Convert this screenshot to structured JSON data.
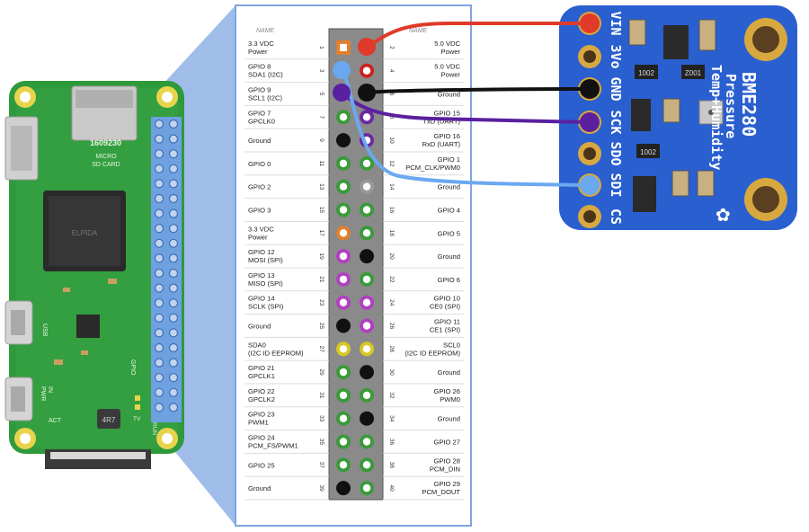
{
  "table": {
    "header_left": "NAME",
    "header_right": "NAME",
    "rows": [
      {
        "n_left": "1",
        "n_right": "2",
        "left": [
          "3.3 VDC",
          "Power"
        ],
        "right": [
          "5.0 VDC",
          "Power"
        ],
        "c_left": "#f0a040",
        "c_right": "#ffffff",
        "s_left": "square",
        "s_right": "round",
        "o_left": "#e08030",
        "o_right": "#cc2222"
      },
      {
        "n_left": "3",
        "n_right": "4",
        "left": [
          "GPIO 8",
          "SDA1 (I2C)"
        ],
        "right": [
          "5.0 VDC",
          "Power"
        ],
        "c_left": "#ffffff",
        "c_right": "#ffffff",
        "o_left": "#4a90e2",
        "o_right": "#cc2222"
      },
      {
        "n_left": "5",
        "n_right": "6",
        "left": [
          "GPIO 9",
          "SCL1 (I2C)"
        ],
        "right": [
          "Ground"
        ],
        "c_left": "#ffffff",
        "c_right": "#111111",
        "o_left": "#4a90e2",
        "o_right": "#111111"
      },
      {
        "n_left": "7",
        "n_right": "8",
        "left": [
          "GPIO 7",
          "GPCLK0"
        ],
        "right": [
          "GPIO 15",
          "TxD (UART)"
        ],
        "c_left": "#ffffff",
        "c_right": "#ffffff",
        "o_left": "#3a9a3a",
        "o_right": "#6a2aa0"
      },
      {
        "n_left": "9",
        "n_right": "10",
        "left": [
          "Ground"
        ],
        "right": [
          "GPIO 16",
          "RxD (UART)"
        ],
        "c_left": "#111111",
        "c_right": "#ffffff",
        "o_left": "#111111",
        "o_right": "#6a2aa0"
      },
      {
        "n_left": "11",
        "n_right": "12",
        "left": [
          "GPIO 0"
        ],
        "right": [
          "GPIO 1",
          "PCM_CLK/PWM0"
        ],
        "c_left": "#ffffff",
        "c_right": "#ffffff",
        "o_left": "#3a9a3a",
        "o_right": "#3a9a3a"
      },
      {
        "n_left": "13",
        "n_right": "14",
        "left": [
          "GPIO 2"
        ],
        "right": [
          "Ground"
        ],
        "c_left": "#ffffff",
        "c_right": "#ffffff",
        "o_left": "#3a9a3a",
        "o_right": "#999999"
      },
      {
        "n_left": "15",
        "n_right": "16",
        "left": [
          "GPIO 3"
        ],
        "right": [
          "GPIO 4"
        ],
        "c_left": "#ffffff",
        "c_right": "#ffffff",
        "o_left": "#3a9a3a",
        "o_right": "#3a9a3a"
      },
      {
        "n_left": "17",
        "n_right": "18",
        "left": [
          "3.3 VDC",
          "Power"
        ],
        "right": [
          "GPIO 5"
        ],
        "c_left": "#ffffff",
        "c_right": "#ffffff",
        "o_left": "#e08030",
        "o_right": "#3a9a3a"
      },
      {
        "n_left": "19",
        "n_right": "20",
        "left": [
          "GPIO 12",
          "MOSI (SPI)"
        ],
        "right": [
          "Ground"
        ],
        "c_left": "#ffffff",
        "c_right": "#111111",
        "o_left": "#b040c0",
        "o_right": "#111111"
      },
      {
        "n_left": "21",
        "n_right": "22",
        "left": [
          "GPIO 13",
          "MISO (SPI)"
        ],
        "right": [
          "GPIO 6"
        ],
        "c_left": "#ffffff",
        "c_right": "#ffffff",
        "o_left": "#b040c0",
        "o_right": "#3a9a3a"
      },
      {
        "n_left": "23",
        "n_right": "24",
        "left": [
          "GPIO 14",
          "SCLK (SPI)"
        ],
        "right": [
          "GPIO 10",
          "CE0 (SPI)"
        ],
        "c_left": "#ffffff",
        "c_right": "#ffffff",
        "o_left": "#b040c0",
        "o_right": "#b040c0"
      },
      {
        "n_left": "25",
        "n_right": "26",
        "left": [
          "Ground"
        ],
        "right": [
          "GPIO 11",
          "CE1 (SPI)"
        ],
        "c_left": "#111111",
        "c_right": "#ffffff",
        "o_left": "#111111",
        "o_right": "#b040c0"
      },
      {
        "n_left": "27",
        "n_right": "28",
        "left": [
          "SDA0",
          "(I2C ID EEPROM)"
        ],
        "right": [
          "SCL0",
          "(I2C ID EEPROM)"
        ],
        "c_left": "#ffffff",
        "c_right": "#ffffff",
        "o_left": "#d8c820",
        "o_right": "#d8c820"
      },
      {
        "n_left": "29",
        "n_right": "30",
        "left": [
          "GPIO 21",
          "GPCLK1"
        ],
        "right": [
          "Ground"
        ],
        "c_left": "#ffffff",
        "c_right": "#111111",
        "o_left": "#3a9a3a",
        "o_right": "#111111"
      },
      {
        "n_left": "31",
        "n_right": "32",
        "left": [
          "GPIO 22",
          "GPCLK2"
        ],
        "right": [
          "GPIO 26",
          "PWM0"
        ],
        "c_left": "#ffffff",
        "c_right": "#ffffff",
        "o_left": "#3a9a3a",
        "o_right": "#3a9a3a"
      },
      {
        "n_left": "33",
        "n_right": "34",
        "left": [
          "GPIO 23",
          "PWM1"
        ],
        "right": [
          "Ground"
        ],
        "c_left": "#ffffff",
        "c_right": "#111111",
        "o_left": "#3a9a3a",
        "o_right": "#111111"
      },
      {
        "n_left": "35",
        "n_right": "36",
        "left": [
          "GPIO 24",
          "PCM_FS/PWM1"
        ],
        "right": [
          "GPIO 27"
        ],
        "c_left": "#ffffff",
        "c_right": "#ffffff",
        "o_left": "#3a9a3a",
        "o_right": "#3a9a3a"
      },
      {
        "n_left": "37",
        "n_right": "38",
        "left": [
          "GPIO 25"
        ],
        "right": [
          "GPIO 28",
          "PCM_DIN"
        ],
        "c_left": "#ffffff",
        "c_right": "#ffffff",
        "o_left": "#3a9a3a",
        "o_right": "#3a9a3a"
      },
      {
        "n_left": "39",
        "n_right": "40",
        "left": [
          "Ground"
        ],
        "right": [
          "GPIO 29",
          "PCM_DOUT"
        ],
        "c_left": "#111111",
        "c_right": "#ffffff",
        "o_left": "#111111",
        "o_right": "#3a9a3a"
      }
    ]
  },
  "sensor": {
    "title": "BME280",
    "subtitle1": "Pressure",
    "subtitle2": "Temp+Humidity",
    "pins": [
      "VIN",
      "3Vo",
      "GND",
      "SCK",
      "SDO",
      "SDI",
      "CS"
    ],
    "resistors": [
      "1002",
      "Z001",
      "1002"
    ],
    "color": "#2a5fd0"
  },
  "wires": {
    "vin": "#e03a2a",
    "gnd": "#111111",
    "sck": "#5a20a0",
    "sdi": "#6aa8f0"
  },
  "pi": {
    "sd_label": [
      "MICRO",
      "SD CARD"
    ],
    "usb_label": "USB",
    "pwr_label": [
      "PWR",
      "IN"
    ],
    "gpio_label": "GPIO",
    "run_label": "RUN",
    "act_label": "ACT",
    "tv_label": "TV",
    "chip_code": "1609230",
    "inductor": "4R7",
    "pcb_color": "#2e9a3c"
  }
}
